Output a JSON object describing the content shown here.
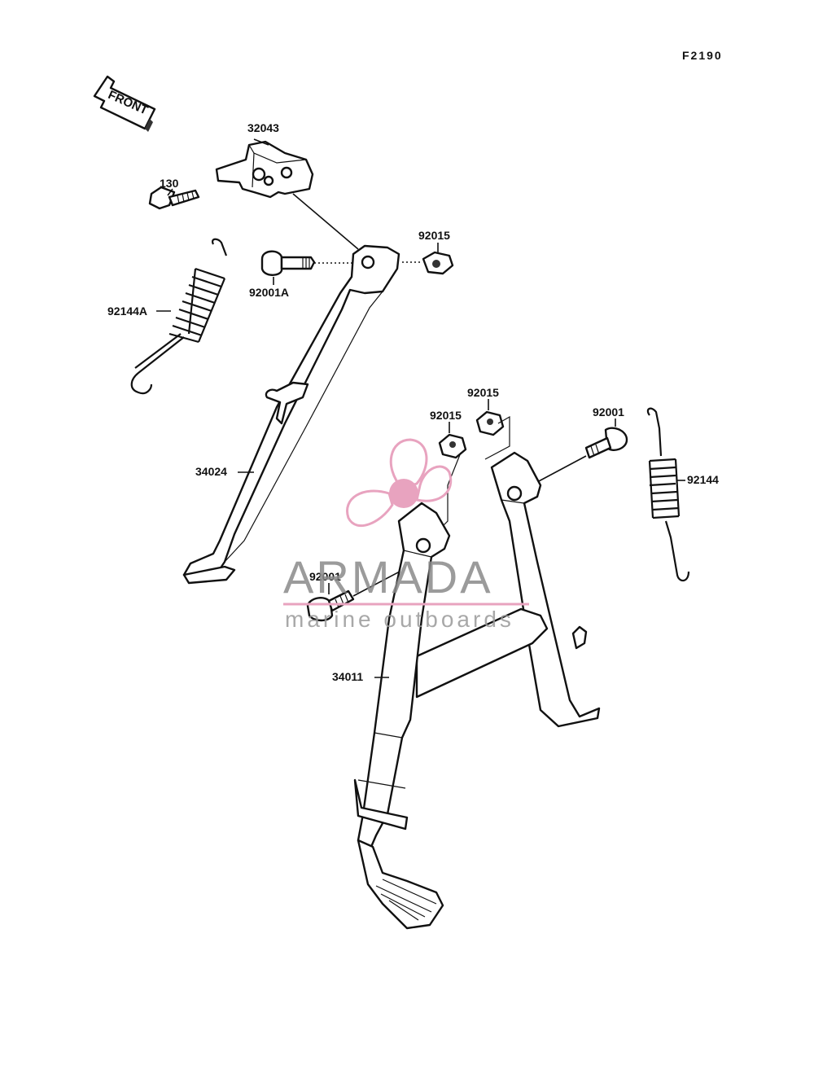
{
  "diagram": {
    "code": "F2190",
    "front_label": "FRONT",
    "parts": {
      "p32043": "32043",
      "p130": "130",
      "p92144A": "92144A",
      "p92001A": "92001A",
      "p92015_top": "92015",
      "p34024": "34024",
      "p92015_mid_right": "92015",
      "p92015_mid_left": "92015",
      "p92001_right": "92001",
      "p92144": "92144",
      "p92001_left": "92001",
      "p34011": "34011"
    }
  },
  "watermark": {
    "brand": "ARMADA",
    "tagline": "marine outboards",
    "logo_color": "#e8a3bf",
    "text_color": "#8a8a8a"
  }
}
